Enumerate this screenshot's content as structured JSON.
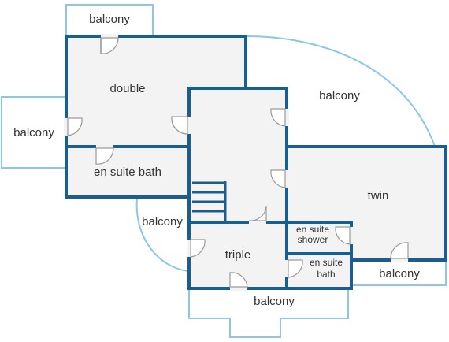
{
  "plan": {
    "colors": {
      "wall": "#1a5e8f",
      "balcony_outline": "#8cc6e8",
      "room_fill": "#f3f3f3",
      "text": "#333333"
    },
    "rooms": {
      "double": "double",
      "en_suite_bath_upper": "en suite bath",
      "triple": "triple",
      "twin": "twin",
      "en_suite_shower_line1": "en suite",
      "en_suite_shower_line2": "shower",
      "en_suite_bath_small_line1": "en suite",
      "en_suite_bath_small_line2": "bath"
    },
    "balconies": {
      "top": "balcony",
      "left": "balcony",
      "curved_right": "balcony",
      "middle_left": "balcony",
      "bottom": "balcony",
      "bottom_right": "balcony"
    }
  }
}
